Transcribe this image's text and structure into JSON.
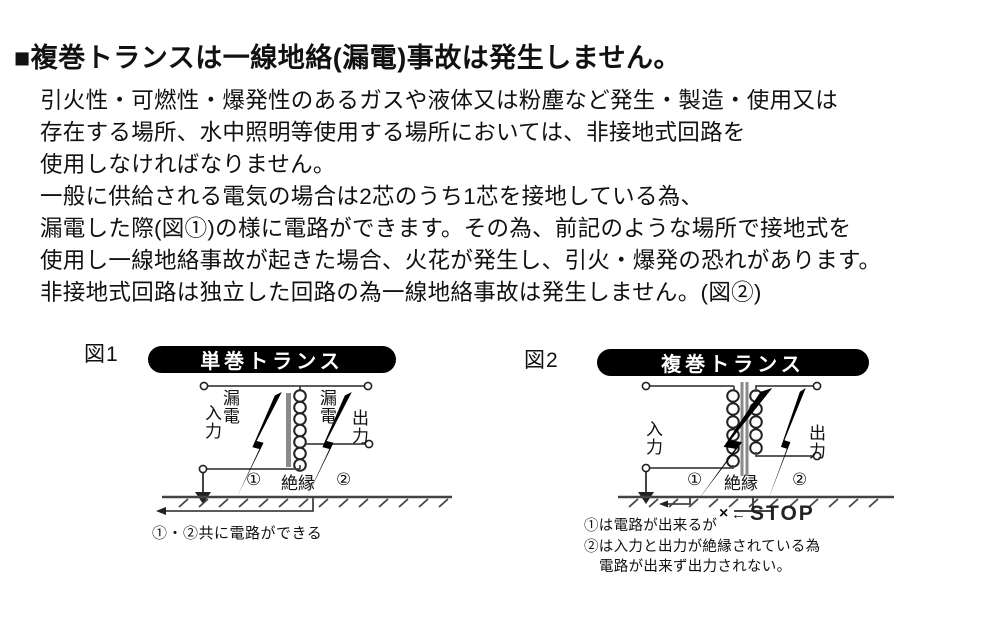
{
  "page": {
    "heading": "■複巻トランスは一線地絡(漏電)事故は発生しません。",
    "body_lines": [
      "引火性・可燃性・爆発性のあるガスや液体又は粉塵など発生・製造・使用又は",
      "存在する場所、水中照明等使用する場所においては、非接地式回路を",
      "使用しなければなりません。",
      "一般に供給される電気の場合は2芯のうち1芯を接地している為、",
      "漏電した際(図①)の様に電路ができます。その為、前記のような場所で接地式を",
      "使用し一線地絡事故が起きた場合、火花が発生し、引火・爆発の恐れがあります。",
      "非接地式回路は独立した回路の為一線地絡事故は発生しません。(図②)"
    ]
  },
  "figure1": {
    "label": "図1",
    "banner": "単巻トランス",
    "vlabels": {
      "input": "入力",
      "leak_left": "漏電",
      "leak_right": "漏電",
      "output": "出力"
    },
    "labels": {
      "num1": "①",
      "insulation": "絶縁",
      "num2": "②"
    },
    "caption": "①・②共に電路ができる"
  },
  "figure2": {
    "label": "図2",
    "banner": "複巻トランス",
    "vlabels": {
      "input": "入力",
      "output": "出力"
    },
    "labels": {
      "num1": "①",
      "insulation": "絶縁",
      "num2": "②",
      "stop_mark": "×",
      "stop_arrow": "←",
      "stop": "STOP"
    },
    "caption_lines": [
      "①は電路が出来るが",
      "②は入力と出力が絶縁されている為",
      "電路が出来ず出力されない。"
    ]
  },
  "colors": {
    "banner_bg": "#000000",
    "text": "#111111",
    "core": "#8a8a8a",
    "wire": "#444444"
  }
}
